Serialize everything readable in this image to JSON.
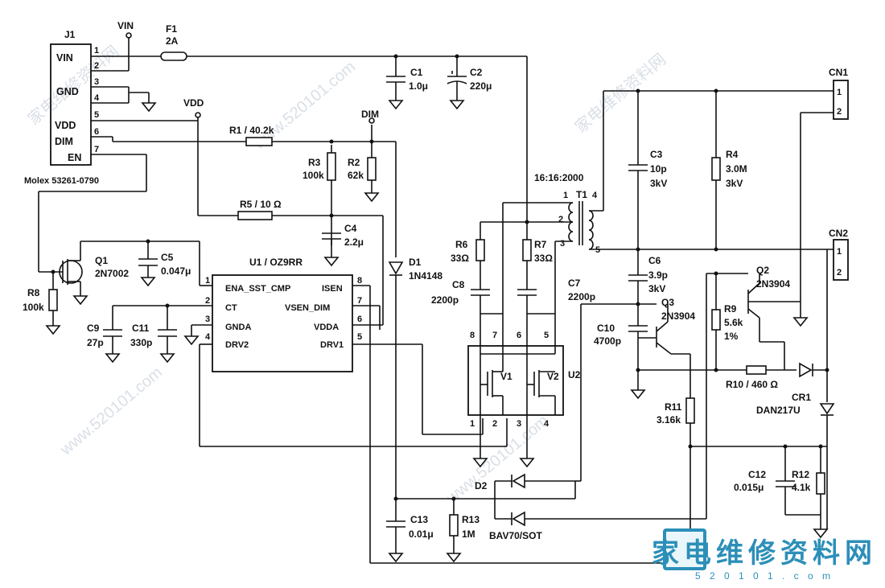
{
  "connector": {
    "ref": "J1",
    "part": "Molex 53261-0790",
    "pins": [
      "VIN",
      "GND",
      "VDD",
      "DIM",
      "EN"
    ],
    "pin_numbers": [
      "1",
      "2",
      "3",
      "4",
      "5",
      "6",
      "7"
    ]
  },
  "nets": {
    "vin": "VIN",
    "vdd": "VDD",
    "dim": "DIM"
  },
  "fuse": {
    "ref": "F1",
    "value": "2A"
  },
  "c1": {
    "ref": "C1",
    "value": "1.0μ"
  },
  "c2": {
    "ref": "C2",
    "value": "220μ"
  },
  "r1": {
    "label": "R1 / 40.2k"
  },
  "r3": {
    "ref": "R3",
    "value": "100k"
  },
  "r2": {
    "ref": "R2",
    "value": "62k"
  },
  "r5": {
    "label": "R5 / 10 Ω"
  },
  "c4": {
    "ref": "C4",
    "value": "2.2μ"
  },
  "q1": {
    "ref": "Q1",
    "part": "2N7002"
  },
  "c5": {
    "ref": "C5",
    "value": "0.047μ"
  },
  "r8": {
    "ref": "R8",
    "value": "100k"
  },
  "c9": {
    "ref": "C9",
    "value": "27p"
  },
  "c11": {
    "ref": "C11",
    "value": "330p"
  },
  "u1": {
    "ref": "U1 / OZ9RR",
    "left_pins": [
      "ENA_SST_CMP",
      "CT",
      "GNDA",
      "DRV2"
    ],
    "right_pins": [
      "ISEN",
      "VSEN_DIM",
      "VDDA",
      "DRV1"
    ],
    "left_nums": [
      "1",
      "2",
      "3",
      "4"
    ],
    "right_nums": [
      "8",
      "7",
      "6",
      "5"
    ]
  },
  "d1": {
    "ref": "D1",
    "part": "1N4148"
  },
  "transformer": {
    "ref": "T1",
    "ratio": "16:16:2000",
    "pins": [
      "1",
      "2",
      "3",
      "4",
      "5"
    ]
  },
  "r6": {
    "ref": "R6",
    "value": "33Ω"
  },
  "r7": {
    "ref": "R7",
    "value": "33Ω"
  },
  "c8": {
    "ref": "C8",
    "value": "2200p"
  },
  "c7": {
    "ref": "C7",
    "value": "2200p"
  },
  "u2": {
    "ref": "U2",
    "fets": [
      "V1",
      "V2"
    ],
    "top_pins": [
      "8",
      "7",
      "6",
      "5"
    ],
    "bottom_pins": [
      "1",
      "2",
      "3",
      "4"
    ]
  },
  "c3": {
    "ref": "C3",
    "value": "10p",
    "rating": "3kV"
  },
  "c6": {
    "ref": "C6",
    "value": "3.9p",
    "rating": "3kV"
  },
  "c10": {
    "ref": "C10",
    "value": "4700p"
  },
  "r4": {
    "ref": "R4",
    "value": "3.0M",
    "rating": "3kV"
  },
  "q2": {
    "ref": "Q2",
    "part": "2N3904"
  },
  "q3": {
    "ref": "Q3",
    "part": "2N3904"
  },
  "r9": {
    "ref": "R9",
    "value": "5.6k",
    "tol": "1%"
  },
  "r10": {
    "label": "R10 / 460 Ω"
  },
  "cr1": {
    "ref": "CR1",
    "part": "DAN217U"
  },
  "r11": {
    "ref": "R11",
    "value": "3.16k"
  },
  "c12": {
    "ref": "C12",
    "value": "0.015μ"
  },
  "r12": {
    "ref": "R12",
    "value": "4.1k"
  },
  "c13": {
    "ref": "C13",
    "value": "0.01μ"
  },
  "r13": {
    "ref": "R13",
    "value": "1M"
  },
  "d2": {
    "ref": "D2",
    "part": "BAV70/SOT"
  },
  "cn1": {
    "ref": "CN1",
    "pins": [
      "1",
      "2"
    ]
  },
  "cn2": {
    "ref": "CN2",
    "pins": [
      "1",
      "2"
    ]
  },
  "watermark": {
    "text": "家电维修资料网",
    "url": "www.520101.com",
    "brand": "家电维修资料网",
    "brand_url": "5 2 0 1 0 1 . c o m"
  },
  "colors": {
    "ink": "#111111",
    "brand": "#2c8fb8"
  }
}
